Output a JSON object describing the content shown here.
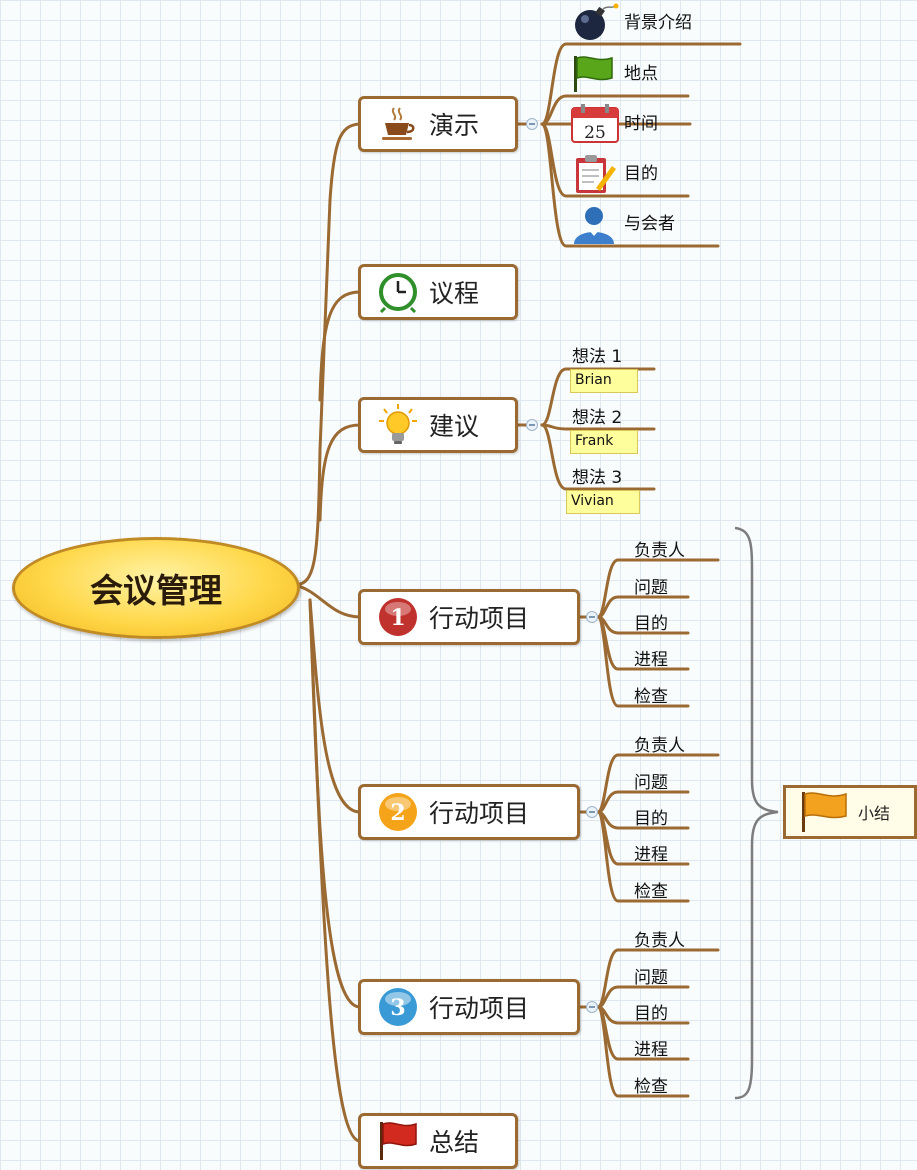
{
  "central": {
    "label": "会议管理"
  },
  "branches": [
    {
      "label": "演示",
      "icon": "coffee-cup-icon",
      "children": [
        {
          "label": "背景介绍",
          "icon": "bomb-icon"
        },
        {
          "label": "地点",
          "icon": "green-flag-icon"
        },
        {
          "label": "时间",
          "icon": "calendar-icon",
          "calendar_day": "25"
        },
        {
          "label": "目的",
          "icon": "clipboard-icon"
        },
        {
          "label": "与会者",
          "icon": "person-icon"
        }
      ]
    },
    {
      "label": "议程",
      "icon": "alarm-clock-icon"
    },
    {
      "label": "建议",
      "icon": "light-bulb-icon",
      "children": [
        {
          "label": "想法 1",
          "note": "Brian"
        },
        {
          "label": "想法 2",
          "note": "Frank"
        },
        {
          "label": "想法 3",
          "note": "Vivian"
        }
      ]
    },
    {
      "label": "行动项目",
      "icon": "priority-1-icon",
      "badge": "1",
      "badge_color": "#c0322d",
      "children": [
        "负责人",
        "问题",
        "目的",
        "进程",
        "检查"
      ]
    },
    {
      "label": "行动项目",
      "icon": "priority-2-icon",
      "badge": "2",
      "badge_color": "#f5a318",
      "children": [
        "负责人",
        "问题",
        "目的",
        "进程",
        "检查"
      ]
    },
    {
      "label": "行动项目",
      "icon": "priority-3-icon",
      "badge": "3",
      "badge_color": "#3a9ad6",
      "children": [
        "负责人",
        "问题",
        "目的",
        "进程",
        "检查"
      ]
    },
    {
      "label": "总结",
      "icon": "red-flag-icon"
    }
  ],
  "summary": {
    "label": "小结",
    "icon": "orange-flag-icon"
  },
  "colors": {
    "branch_line": "#9a6a32",
    "brace": "#7d7d7d",
    "note_bg": "#fffe9c"
  }
}
